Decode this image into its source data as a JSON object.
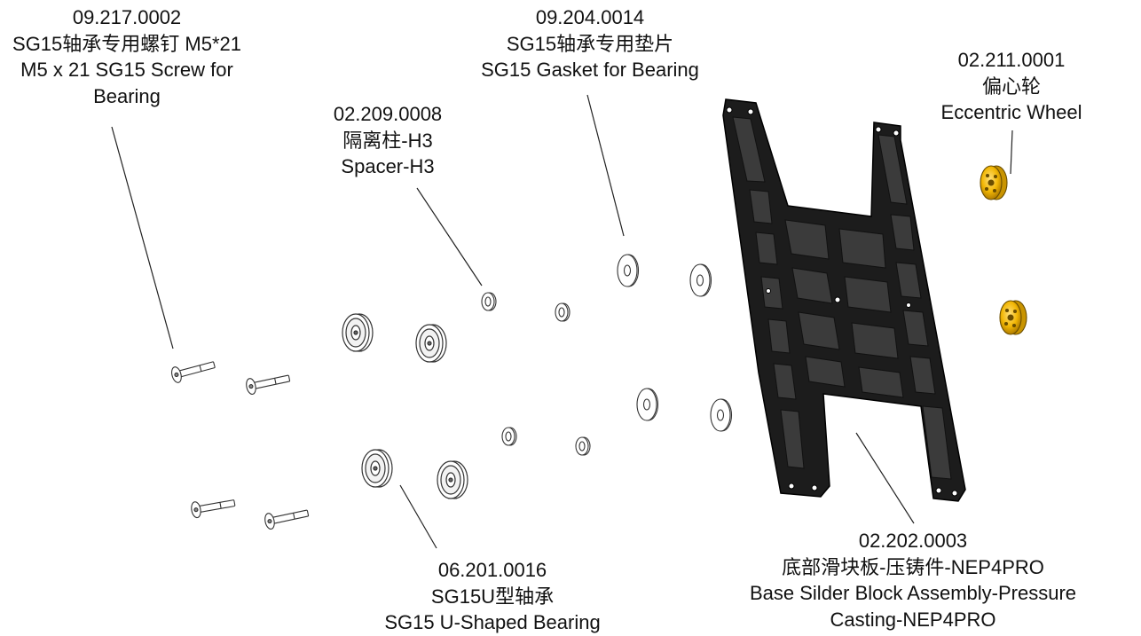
{
  "colors": {
    "casting": "#1c1c1c",
    "wheel": "#f2b705",
    "line": "#222222"
  },
  "callouts": {
    "screw": {
      "part_no": "09.217.0002",
      "name_cn": "SG15轴承专用螺钉 M5*21",
      "name_en_1": "M5 x 21 SG15 Screw for",
      "name_en_2": "Bearing"
    },
    "spacer": {
      "part_no": "02.209.0008",
      "name_cn": "隔离柱-H3",
      "name_en": "Spacer-H3"
    },
    "gasket": {
      "part_no": "09.204.0014",
      "name_cn": "SG15轴承专用垫片",
      "name_en": "SG15 Gasket for Bearing"
    },
    "wheel": {
      "part_no": "02.211.0001",
      "name_cn": "偏心轮",
      "name_en": "Eccentric Wheel"
    },
    "bearing": {
      "part_no": "06.201.0016",
      "name_cn": "SG15U型轴承",
      "name_en": "SG15 U-Shaped Bearing"
    },
    "plate": {
      "part_no": "02.202.0003",
      "name_cn": "底部滑块板-压铸件-NEP4PRO",
      "name_en_1": "Base Silder Block Assembly-Pressure",
      "name_en_2": "Casting-NEP4PRO"
    }
  }
}
